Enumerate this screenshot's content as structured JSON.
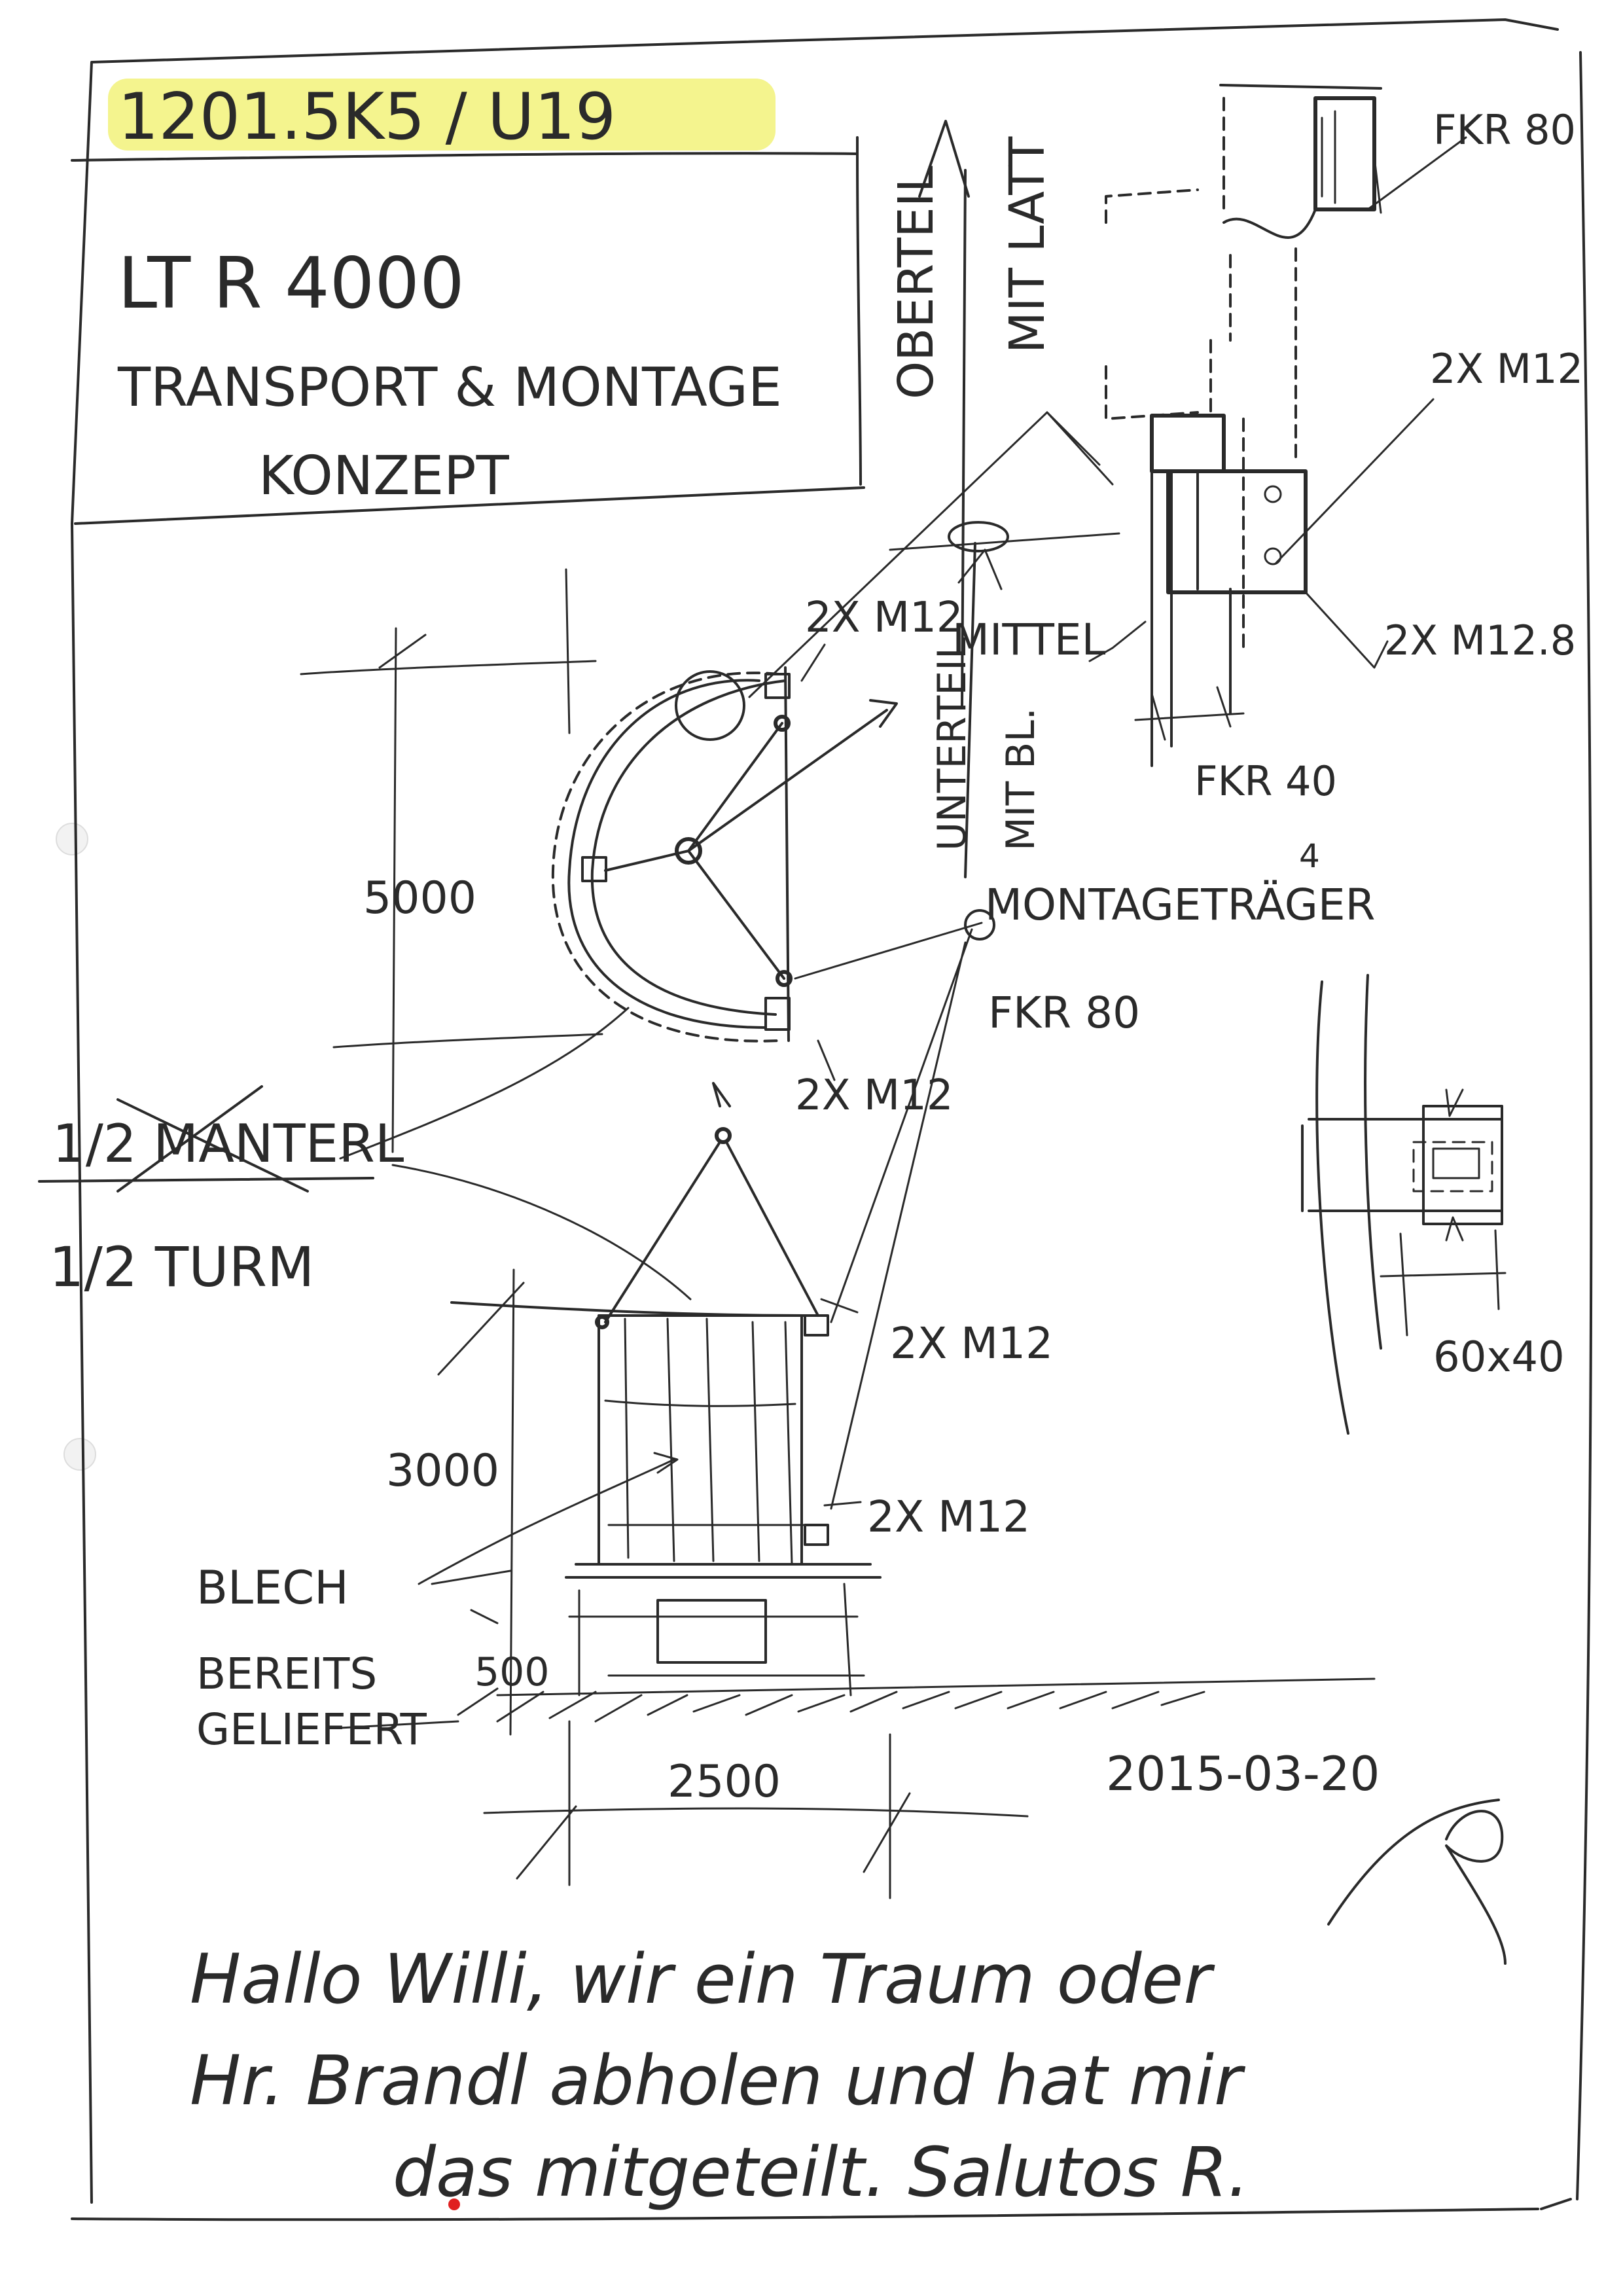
{
  "header": {
    "doc_ref": "1201.5K5 / U19",
    "title": "LT R 4000",
    "subtitle_line1": "TRANSPORT & MONTAGE",
    "subtitle_line2": "KONZEPT"
  },
  "top_arrow": {
    "label_left": "OBERTEIL",
    "label_right": "MIT LATT"
  },
  "detail_top_right": {
    "label_fkr_top": "FKR 80",
    "label_2x_m12": "2X M12",
    "label_2x_m12_8": "2X M12.8",
    "label_fkr_bottom": "FKR 40"
  },
  "mid_arrow": {
    "label_mittel": "MITTEL",
    "label_unterteil": "UNTERTEIL",
    "label_mit_bl": "MIT BL."
  },
  "plan_view": {
    "dim_vertical": "5000",
    "label_2x_m12_top": "2X M12",
    "label_montagetraeger": "MONTAGETRÄGER",
    "montagetraeger_count": "4",
    "label_fkr80": "FKR 80",
    "label_2x_m12_bottom": "2X M12"
  },
  "half_labels": {
    "struck": "1/2 MANTERL",
    "current": "1/2 TURM"
  },
  "elevation": {
    "label_2x_m12_top": "2X M12",
    "label_2x_m12_bottom": "2X M12",
    "dim_height": "3000",
    "label_blech": "BLECH",
    "label_bereits": "BEREITS",
    "label_geliefert": "GELIEFERT",
    "dim_base": "500",
    "dim_width": "2500"
  },
  "section_detail": {
    "label": "60x40"
  },
  "footer": {
    "date": "2015-03-20",
    "note_line1": "Hallo Willi, wir  ein Traum oder",
    "note_line2": "Hr. Brandl abholen und hat mir",
    "note_line3": "das mitgeteilt.   Salutos R."
  },
  "colors": {
    "ink": "#2a2a2a",
    "highlight": "#f2f27a",
    "paper": "#ffffff",
    "red_dot": "#e02020"
  }
}
